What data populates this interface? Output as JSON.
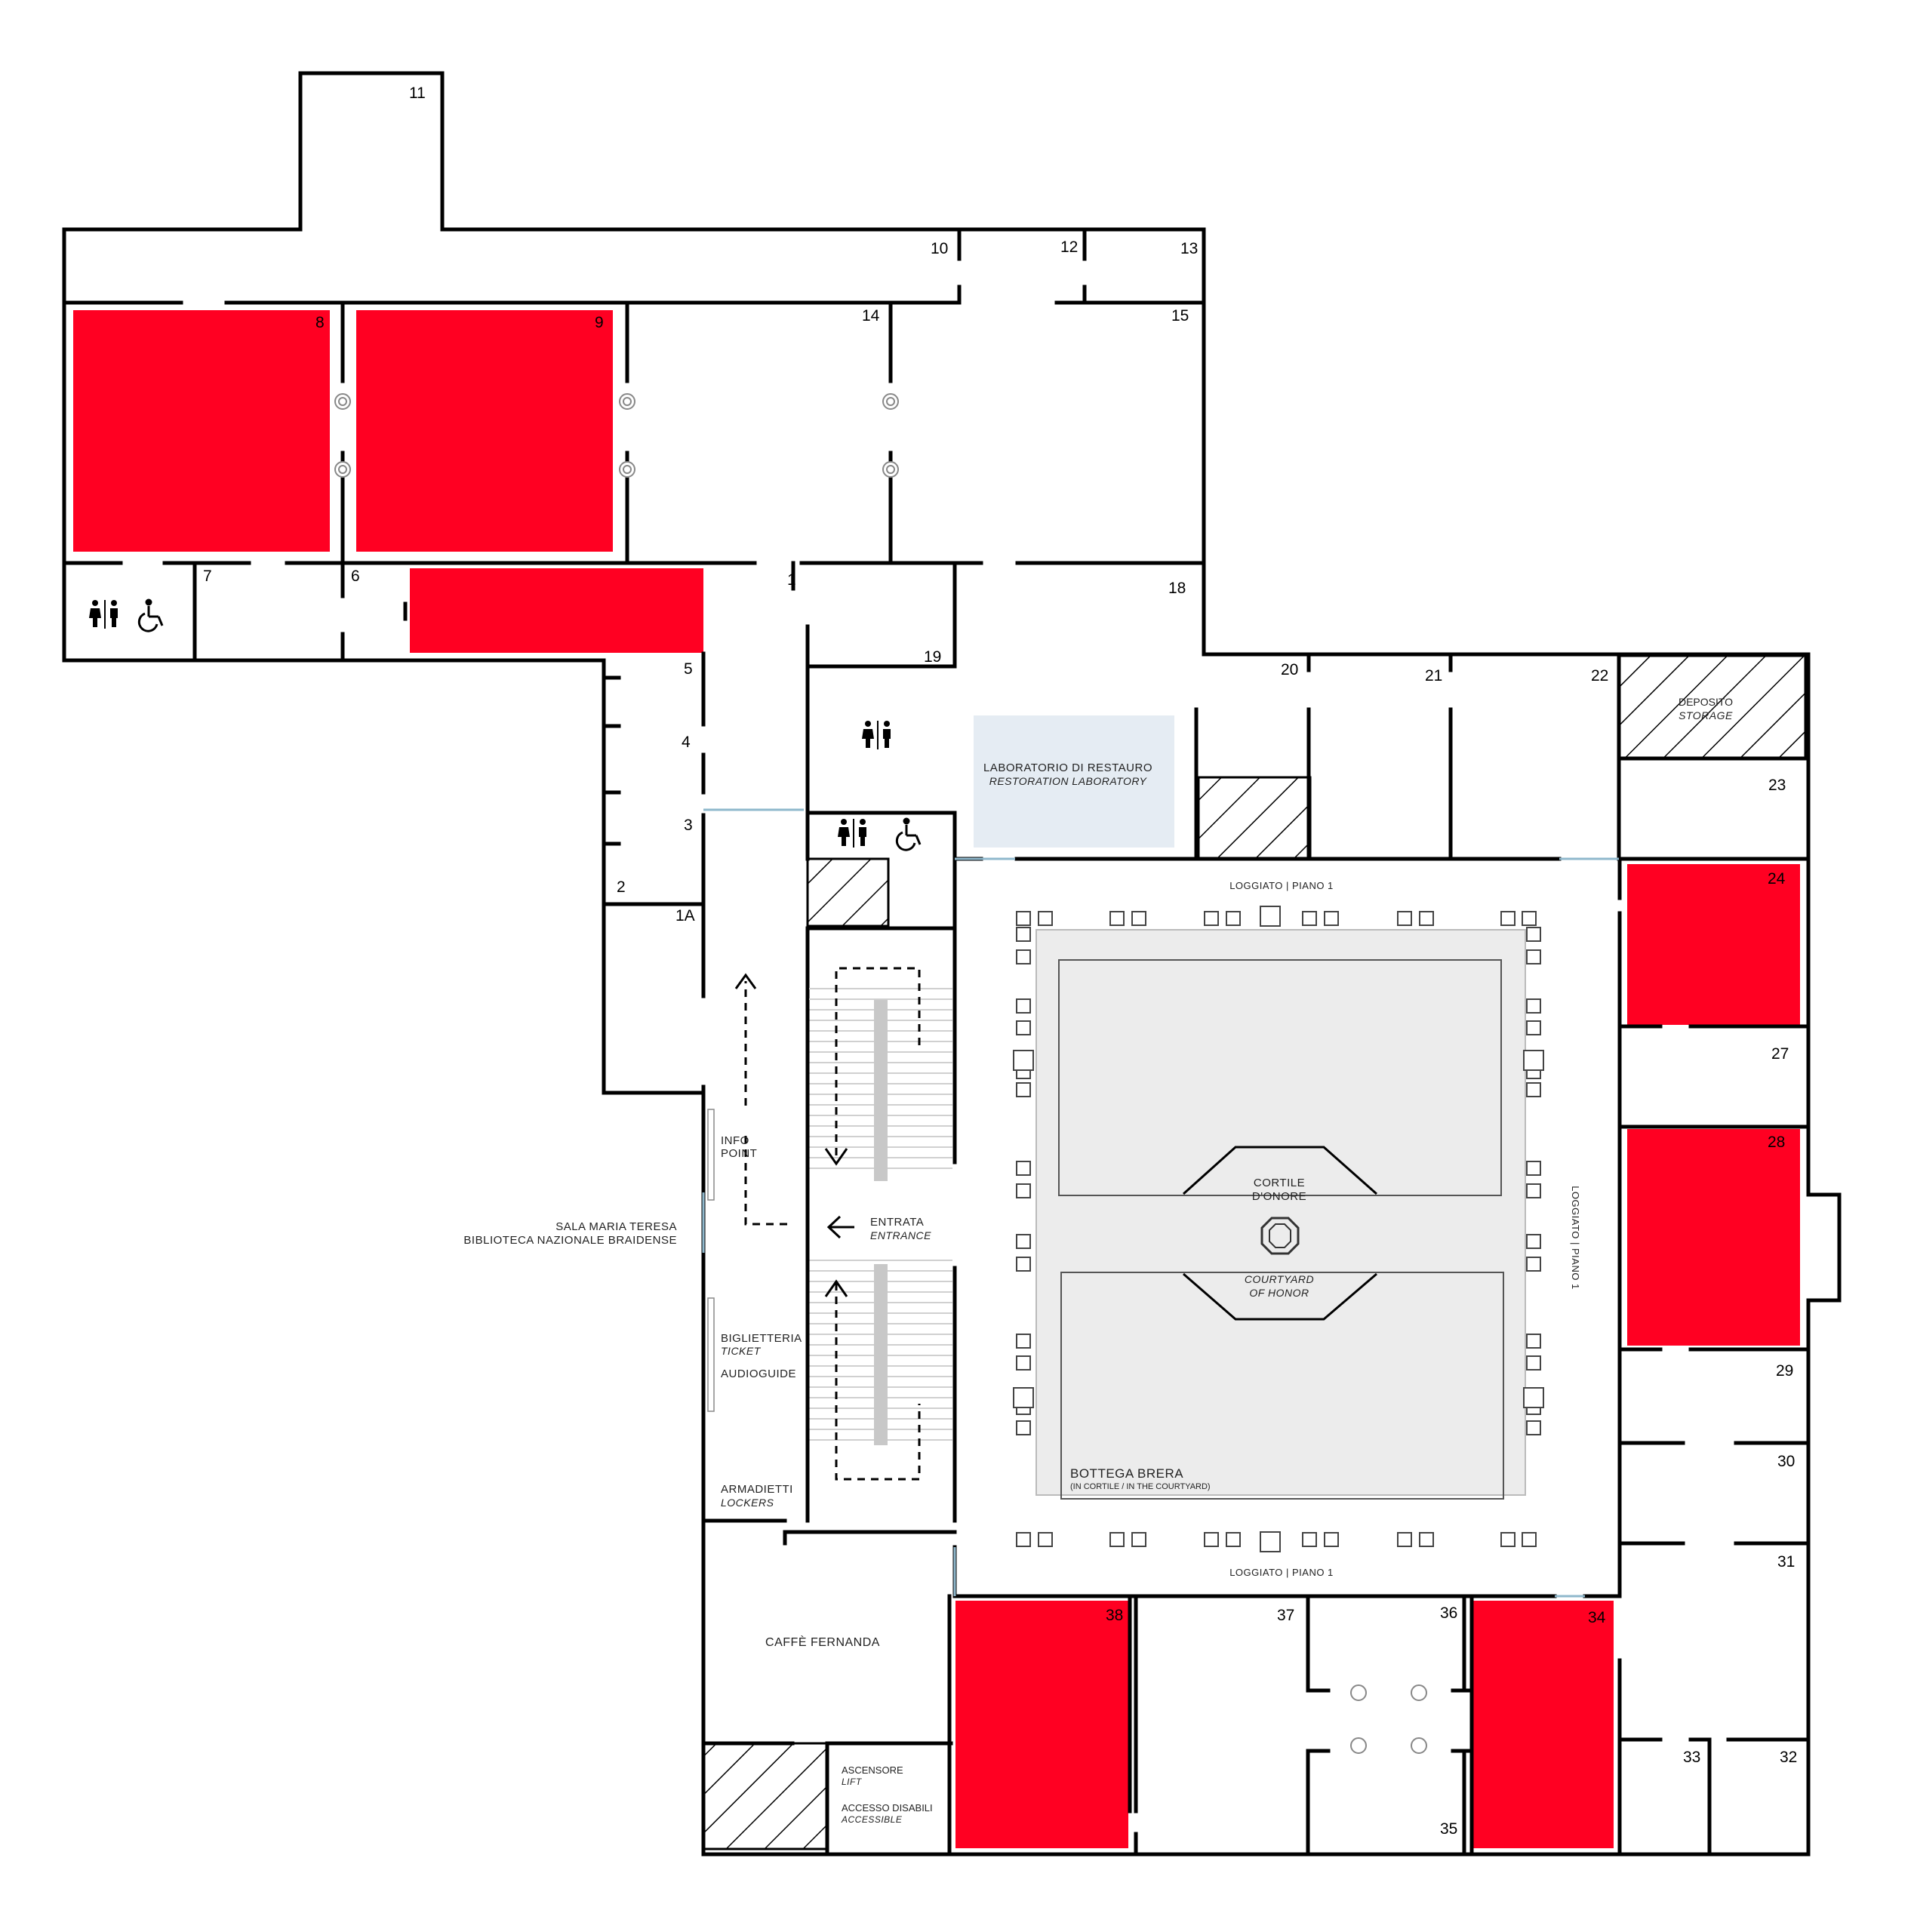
{
  "colors": {
    "highlight": "#ff0022",
    "wall": "#000000",
    "courtyard": "#ececec",
    "laboratory": "#e5ecf3",
    "glass_door": "#8fb8cc"
  },
  "rooms": {
    "r1": "1",
    "r1a": "1A",
    "r2": "2",
    "r3": "3",
    "r4": "4",
    "r5": "5",
    "r6": "6",
    "r7": "7",
    "r8": "8",
    "r9": "9",
    "r10": "10",
    "r11": "11",
    "r12": "12",
    "r13": "13",
    "r14": "14",
    "r15": "15",
    "r18": "18",
    "r19": "19",
    "r20": "20",
    "r21": "21",
    "r22": "22",
    "r23": "23",
    "r24": "24",
    "r27": "27",
    "r28": "28",
    "r29": "29",
    "r30": "30",
    "r31": "31",
    "r32": "32",
    "r33": "33",
    "r34": "34",
    "r35": "35",
    "r36": "36",
    "r37": "37",
    "r38": "38"
  },
  "labels": {
    "deposito": "DEPOSITO",
    "storage": "STORAGE",
    "laboratorio": "LABORATORIO DI RESTAURO",
    "restoration": "RESTORATION LABORATORY",
    "loggiato_top": "LOGGIATO | PIANO 1",
    "loggiato_bottom": "LOGGIATO | PIANO 1",
    "loggiato_right": "LOGGIATO | PIANO 1",
    "cortile": "CORTILE",
    "donore": "D'ONORE",
    "courtyard": "COURTYARD",
    "of_honor": "OF HONOR",
    "bottega": "BOTTEGA BRERA",
    "in_cortile": "(IN CORTILE / IN THE COURTYARD)",
    "info": "INFO",
    "point": "POINT",
    "entrata": "ENTRATA",
    "entrance": "ENTRANCE",
    "sala": "SALA MARIA TERESA",
    "biblioteca": "BIBLIOTECA NAZIONALE BRAIDENSE",
    "biglietteria": "BIGLIETTERIA",
    "ticket": "TICKET",
    "audioguide": "AUDIOGUIDE",
    "armadietti": "ARMADIETTI",
    "lockers": "LOCKERS",
    "caffe": "CAFFÈ FERNANDA",
    "ascensore": "ASCENSORE",
    "lift": "LIFT",
    "accesso": "ACCESSO DISABILI",
    "accessible": "ACCESSIBLE"
  },
  "icons": {
    "restroom": "restroom-icon",
    "wheelchair": "wheelchair-icon",
    "entrance_arrow": "arrow-left-icon"
  }
}
